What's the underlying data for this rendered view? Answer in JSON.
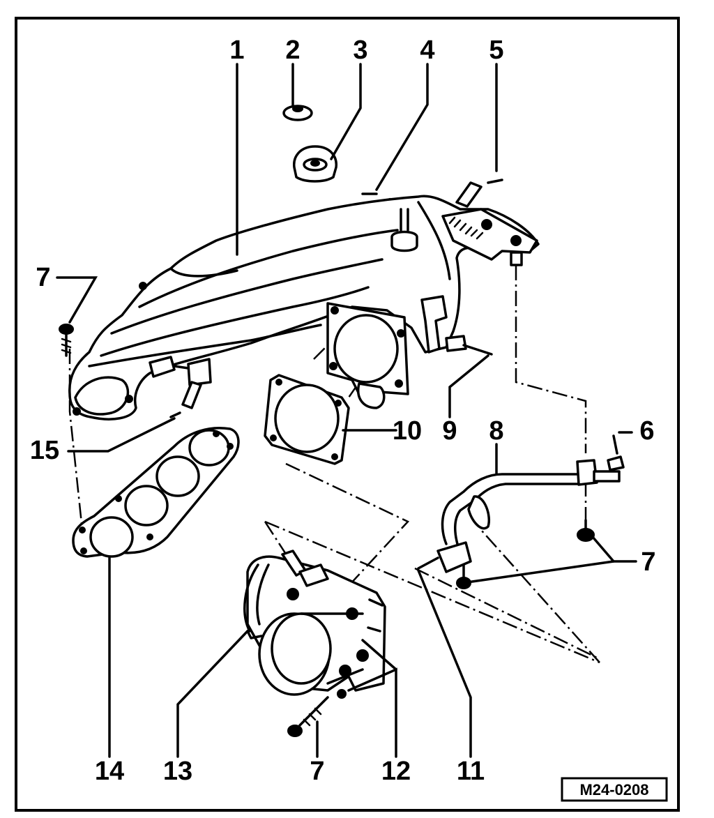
{
  "diagram_code": "M24-0208",
  "callouts": [
    {
      "id": "c1",
      "text": "1"
    },
    {
      "id": "c2",
      "text": "2"
    },
    {
      "id": "c3",
      "text": "3"
    },
    {
      "id": "c4",
      "text": "4"
    },
    {
      "id": "c5",
      "text": "5"
    },
    {
      "id": "c6",
      "text": "6"
    },
    {
      "id": "c7a",
      "text": "7"
    },
    {
      "id": "c7b",
      "text": "7"
    },
    {
      "id": "c7c",
      "text": "7"
    },
    {
      "id": "c8",
      "text": "8"
    },
    {
      "id": "c9",
      "text": "9"
    },
    {
      "id": "c10",
      "text": "10"
    },
    {
      "id": "c11",
      "text": "11"
    },
    {
      "id": "c12",
      "text": "12"
    },
    {
      "id": "c13",
      "text": "13"
    },
    {
      "id": "c14",
      "text": "14"
    },
    {
      "id": "c15",
      "text": "15"
    }
  ]
}
